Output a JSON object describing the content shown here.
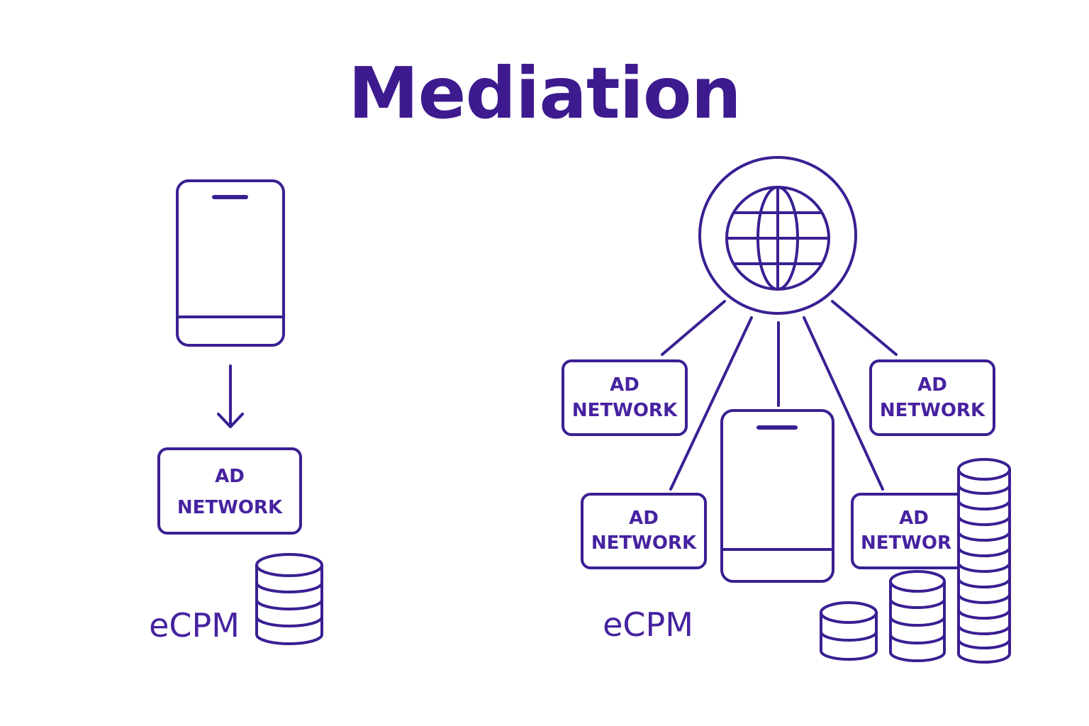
{
  "title": "Mediation",
  "colors": {
    "stroke": "#3a1f93",
    "title": "#3e1a8f",
    "text": "#4622a0",
    "background": "#ffffff"
  },
  "left": {
    "ad_network": {
      "line1": "AD",
      "line2": "NETWORK"
    },
    "ecpm_label": "eCPM"
  },
  "right": {
    "ad_networks": [
      {
        "line1": "AD",
        "line2": "NETWORK"
      },
      {
        "line1": "AD",
        "line2": "NETWORK"
      },
      {
        "line1": "AD",
        "line2": "NETWORK"
      },
      {
        "line1": "AD",
        "line2": "NETWOR"
      }
    ],
    "ecpm_label": "eCPM"
  },
  "icons": [
    "phone-icon",
    "down-arrow-icon",
    "database-icon",
    "globe-icon",
    "coin-stack-icon"
  ]
}
